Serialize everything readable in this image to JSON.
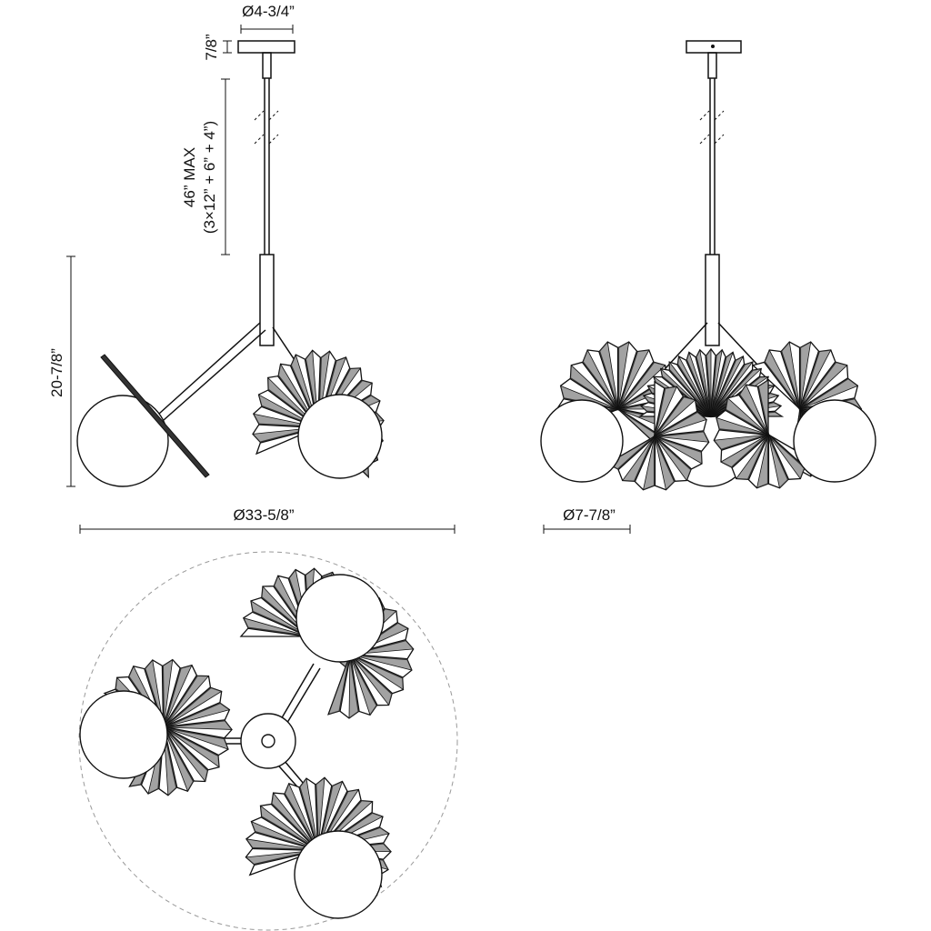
{
  "title": "Pleated fan globe chandelier dimension drawing",
  "dimensions": {
    "canopy_diameter": "Ø4-3/4”",
    "canopy_height": "7/8”",
    "max_length": "46” MAX",
    "rod_breakdown": "(3×12” + 6” + 4”)",
    "fixture_height": "20-7/8”",
    "fixture_diameter": "Ø33-5/8”",
    "side_width": "Ø7-7/8”"
  },
  "colors": {
    "line": "#111111",
    "glass": "#ffffff",
    "dashed_outline": "#999999"
  }
}
